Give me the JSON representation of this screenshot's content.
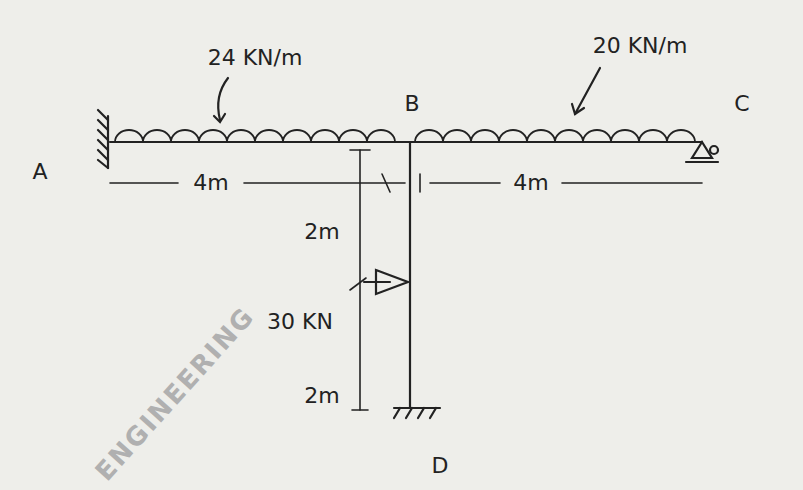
{
  "diagram": {
    "labels": [
      "24 KN/m",
      "20 KN/m",
      "B",
      "C",
      "A",
      "4m",
      "4m",
      "2m",
      "30 KN",
      "2m",
      "D",
      "ENGINEERING"
    ]
  }
}
